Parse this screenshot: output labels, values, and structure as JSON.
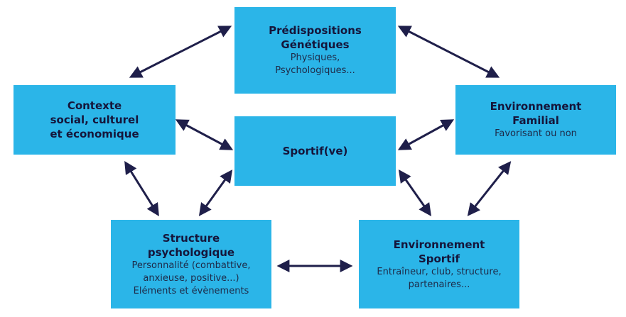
{
  "nodes": {
    "predispositions": {
      "title": "Prédispositions\nGénétiques",
      "subtitle": "Physiques,\nPsychologiques..."
    },
    "contexte": {
      "title": "Contexte\nsocial, culturel\net économique",
      "subtitle": ""
    },
    "sportif": {
      "title": "Sportif(ve)",
      "subtitle": ""
    },
    "familial": {
      "title": "Environnement\nFamilial",
      "subtitle": "Favorisant ou non"
    },
    "psychologique": {
      "title": "Structure\npsychologique",
      "subtitle": "Personnalité (combattive,\nanxieuse, positive...)\nEléments et évènements"
    },
    "env_sportif": {
      "title": "Environnement\nSportif",
      "subtitle": "Entraîneur, club, structure,\npartenaires..."
    }
  },
  "colors": {
    "box": "#2bb5e8",
    "arrow": "#1f1f4a"
  }
}
